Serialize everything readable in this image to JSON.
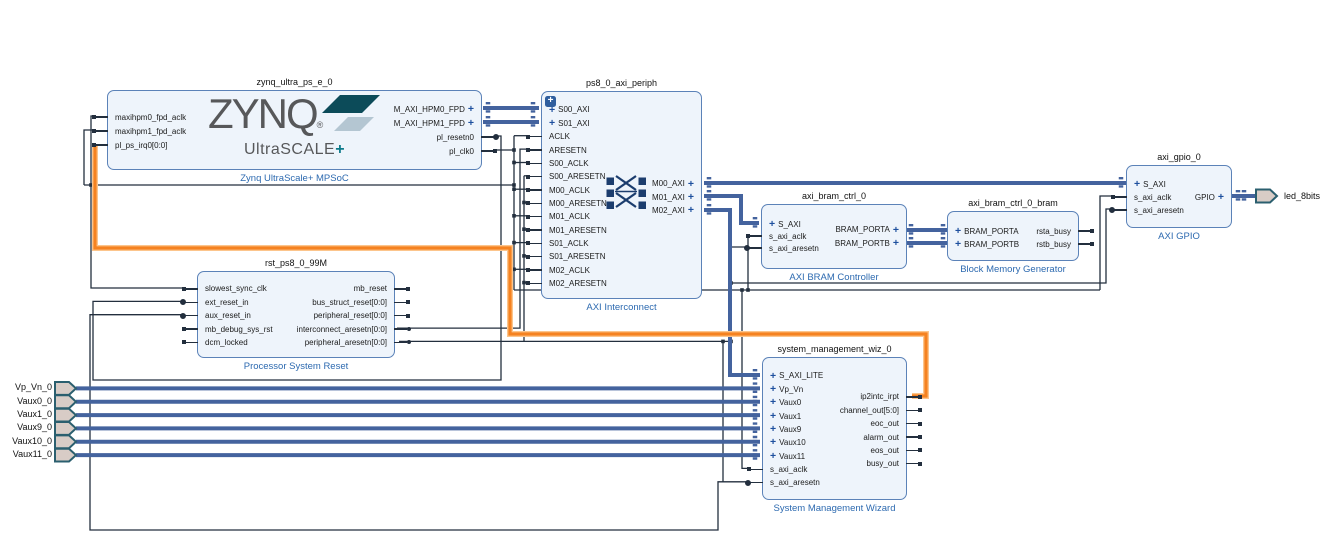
{
  "diagram": {
    "colors": {
      "bus": "#44639e",
      "wire": "#232f3e",
      "highlight_wire": "#f58220",
      "block_fill": "#eef4fb",
      "block_border": "#5b82b8",
      "type_label_blue": "#2d6ab0",
      "ext_port_fill": "#d8ccc6",
      "ext_port_border": "#2b5f6f"
    },
    "glyphs": {
      "interface_plus": "+",
      "expand_button": "+",
      "registered_mark": "®"
    },
    "blocks": {
      "zynq": {
        "title": "zynq_ultra_ps_e_0",
        "type_label": "Zynq UltraScale+ MPSoC",
        "logo": {
          "main": "ZYNQ",
          "sub_a": "Ultra",
          "sub_b": "SCALE",
          "sub_plus": "+"
        },
        "ports_left": [
          {
            "name": "maxihpm0_fpd_aclk"
          },
          {
            "name": "maxihpm1_fpd_aclk"
          },
          {
            "name": "pl_ps_irq0[0:0]"
          }
        ],
        "ports_right": [
          {
            "name": "M_AXI_HPM0_FPD",
            "iface": true
          },
          {
            "name": "M_AXI_HPM1_FPD",
            "iface": true
          },
          {
            "name": "pl_resetn0",
            "cap": "circ"
          },
          {
            "name": "pl_clk0"
          }
        ]
      },
      "interconnect": {
        "title": "ps8_0_axi_periph",
        "type_label": "AXI Interconnect",
        "ports_left": [
          {
            "name": "S00_AXI",
            "iface": true
          },
          {
            "name": "S01_AXI",
            "iface": true
          },
          {
            "name": "ACLK"
          },
          {
            "name": "ARESETN"
          },
          {
            "name": "S00_ACLK"
          },
          {
            "name": "S00_ARESETN"
          },
          {
            "name": "M00_ACLK"
          },
          {
            "name": "M00_ARESETN"
          },
          {
            "name": "M01_ACLK"
          },
          {
            "name": "M01_ARESETN"
          },
          {
            "name": "S01_ACLK"
          },
          {
            "name": "S01_ARESETN"
          },
          {
            "name": "M02_ACLK"
          },
          {
            "name": "M02_ARESETN"
          }
        ],
        "ports_right": [
          {
            "name": "M00_AXI",
            "iface": true
          },
          {
            "name": "M01_AXI",
            "iface": true
          },
          {
            "name": "M02_AXI",
            "iface": true
          }
        ]
      },
      "rst": {
        "title": "rst_ps8_0_99M",
        "type_label": "Processor System Reset",
        "ports_left": [
          {
            "name": "slowest_sync_clk"
          },
          {
            "name": "ext_reset_in",
            "cap": "circ"
          },
          {
            "name": "aux_reset_in",
            "cap": "circ"
          },
          {
            "name": "mb_debug_sys_rst"
          },
          {
            "name": "dcm_locked"
          }
        ],
        "ports_right": [
          {
            "name": "mb_reset"
          },
          {
            "name": "bus_struct_reset[0:0]"
          },
          {
            "name": "peripheral_reset[0:0]"
          },
          {
            "name": "interconnect_aresetn[0:0]",
            "cap": "fcirc"
          },
          {
            "name": "peripheral_aresetn[0:0]",
            "cap": "fcirc"
          }
        ]
      },
      "bram_ctrl": {
        "title": "axi_bram_ctrl_0",
        "type_label": "AXI BRAM Controller",
        "ports_left": [
          {
            "name": "S_AXI",
            "iface": true
          },
          {
            "name": "s_axi_aclk"
          },
          {
            "name": "s_axi_aresetn",
            "cap": "circ"
          }
        ],
        "ports_right": [
          {
            "name": "BRAM_PORTA",
            "iface": true
          },
          {
            "name": "BRAM_PORTB",
            "iface": true
          }
        ]
      },
      "bram": {
        "title": "axi_bram_ctrl_0_bram",
        "type_label": "Block Memory Generator",
        "ports_left": [
          {
            "name": "BRAM_PORTA",
            "iface": true
          },
          {
            "name": "BRAM_PORTB",
            "iface": true
          }
        ],
        "ports_right": [
          {
            "name": "rsta_busy"
          },
          {
            "name": "rstb_busy"
          }
        ]
      },
      "gpio": {
        "title": "axi_gpio_0",
        "type_label": "AXI GPIO",
        "ports_left": [
          {
            "name": "S_AXI",
            "iface": true
          },
          {
            "name": "s_axi_aclk"
          },
          {
            "name": "s_axi_aresetn",
            "cap": "circ"
          }
        ],
        "ports_right": [
          {
            "name": "GPIO",
            "iface": true
          }
        ]
      },
      "sysmgmt": {
        "title": "system_management_wiz_0",
        "type_label": "System Management Wizard",
        "ports_left": [
          {
            "name": "S_AXI_LITE",
            "iface": true
          },
          {
            "name": "Vp_Vn",
            "iface": true
          },
          {
            "name": "Vaux0",
            "iface": true
          },
          {
            "name": "Vaux1",
            "iface": true
          },
          {
            "name": "Vaux9",
            "iface": true
          },
          {
            "name": "Vaux10",
            "iface": true
          },
          {
            "name": "Vaux11",
            "iface": true
          },
          {
            "name": "s_axi_aclk"
          },
          {
            "name": "s_axi_aresetn",
            "cap": "circ"
          }
        ],
        "ports_right": [
          {
            "name": "ip2intc_irpt"
          },
          {
            "name": "channel_out[5:0]"
          },
          {
            "name": "eoc_out"
          },
          {
            "name": "alarm_out"
          },
          {
            "name": "eos_out"
          },
          {
            "name": "busy_out"
          }
        ]
      }
    },
    "external_ports": {
      "inputs": [
        {
          "name": "Vp_Vn_0"
        },
        {
          "name": "Vaux0_0"
        },
        {
          "name": "Vaux1_0"
        },
        {
          "name": "Vaux9_0"
        },
        {
          "name": "Vaux10_0"
        },
        {
          "name": "Vaux11_0"
        }
      ],
      "output": {
        "name": "led_8bits"
      }
    }
  }
}
